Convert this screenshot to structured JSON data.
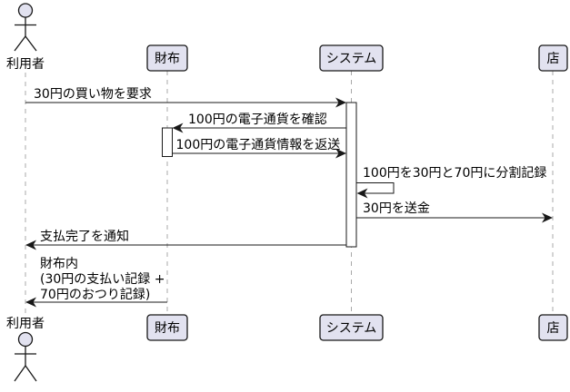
{
  "diagram": {
    "type": "uml-sequence-diagram",
    "participants": [
      {
        "name": "利用者",
        "kind": "actor"
      },
      {
        "name": "財布",
        "kind": "participant"
      },
      {
        "name": "システム",
        "kind": "participant"
      },
      {
        "name": "店",
        "kind": "participant"
      }
    ],
    "messages": [
      {
        "from": "利用者",
        "to": "システム",
        "label": "30円の買い物を要求"
      },
      {
        "from": "システム",
        "to": "財布",
        "label": "100円の電子通貨を確認"
      },
      {
        "from": "財布",
        "to": "システム",
        "label": "100円の電子通貨情報を返送"
      },
      {
        "from": "システム",
        "to": "システム",
        "label": "100円を30円と70円に分割記録"
      },
      {
        "from": "システム",
        "to": "店",
        "label": "30円を送金"
      },
      {
        "from": "システム",
        "to": "利用者",
        "label": "支払完了を通知"
      },
      {
        "from": "財布",
        "to": "利用者",
        "label_lines": [
          "財布内",
          "(30円の支払い記録 +",
          "70円のおつり記録)"
        ]
      }
    ],
    "colors": {
      "background": "#FFFFFF",
      "participant_fill": "#E2E2F0",
      "participant_border": "#181818",
      "lifeline": "#A8A8A8",
      "arrow": "#181818",
      "text": "#000000",
      "activation_fill": "#FFFFFF"
    }
  }
}
